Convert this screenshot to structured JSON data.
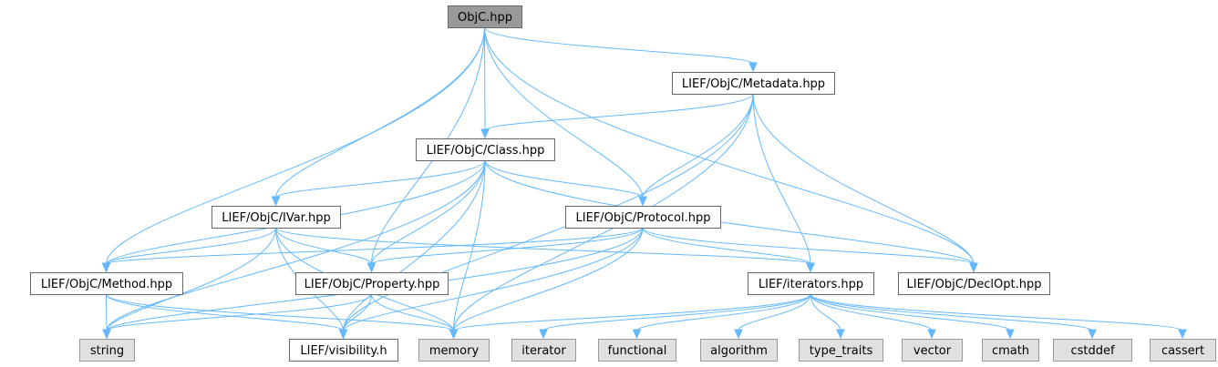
{
  "colors": {
    "edge": "#63b8ff",
    "root_fill": "#999999",
    "root_stroke": "#666666",
    "header_fill": "#ffffff",
    "header_stroke": "#666666",
    "external_fill": "#e0e0e0",
    "external_stroke": "#999999"
  },
  "nodes": [
    {
      "id": "objc_hpp",
      "label": "ObjC.hpp",
      "kind": "root"
    },
    {
      "id": "metadata_hpp",
      "label": "LIEF/ObjC/Metadata.hpp",
      "kind": "header"
    },
    {
      "id": "class_hpp",
      "label": "LIEF/ObjC/Class.hpp",
      "kind": "header"
    },
    {
      "id": "ivar_hpp",
      "label": "LIEF/ObjC/IVar.hpp",
      "kind": "header"
    },
    {
      "id": "protocol_hpp",
      "label": "LIEF/ObjC/Protocol.hpp",
      "kind": "header"
    },
    {
      "id": "method_hpp",
      "label": "LIEF/ObjC/Method.hpp",
      "kind": "header"
    },
    {
      "id": "property_hpp",
      "label": "LIEF/ObjC/Property.hpp",
      "kind": "header"
    },
    {
      "id": "iterators_hpp",
      "label": "LIEF/iterators.hpp",
      "kind": "header"
    },
    {
      "id": "declopt_hpp",
      "label": "LIEF/ObjC/DeclOpt.hpp",
      "kind": "header"
    },
    {
      "id": "string",
      "label": "string",
      "kind": "external"
    },
    {
      "id": "visibility_h",
      "label": "LIEF/visibility.h",
      "kind": "header"
    },
    {
      "id": "memory",
      "label": "memory",
      "kind": "external"
    },
    {
      "id": "iterator",
      "label": "iterator",
      "kind": "external"
    },
    {
      "id": "functional",
      "label": "functional",
      "kind": "external"
    },
    {
      "id": "algorithm",
      "label": "algorithm",
      "kind": "external"
    },
    {
      "id": "type_traits",
      "label": "type_traits",
      "kind": "external"
    },
    {
      "id": "vector",
      "label": "vector",
      "kind": "external"
    },
    {
      "id": "cmath",
      "label": "cmath",
      "kind": "external"
    },
    {
      "id": "cstddef",
      "label": "cstddef",
      "kind": "external"
    },
    {
      "id": "cassert",
      "label": "cassert",
      "kind": "external"
    }
  ],
  "edges": [
    [
      "objc_hpp",
      "metadata_hpp"
    ],
    [
      "objc_hpp",
      "class_hpp"
    ],
    [
      "objc_hpp",
      "ivar_hpp"
    ],
    [
      "objc_hpp",
      "method_hpp"
    ],
    [
      "objc_hpp",
      "property_hpp"
    ],
    [
      "objc_hpp",
      "protocol_hpp"
    ],
    [
      "objc_hpp",
      "declopt_hpp"
    ],
    [
      "metadata_hpp",
      "class_hpp"
    ],
    [
      "metadata_hpp",
      "protocol_hpp"
    ],
    [
      "metadata_hpp",
      "iterators_hpp"
    ],
    [
      "metadata_hpp",
      "declopt_hpp"
    ],
    [
      "metadata_hpp",
      "visibility_h"
    ],
    [
      "metadata_hpp",
      "memory"
    ],
    [
      "class_hpp",
      "ivar_hpp"
    ],
    [
      "class_hpp",
      "method_hpp"
    ],
    [
      "class_hpp",
      "property_hpp"
    ],
    [
      "class_hpp",
      "protocol_hpp"
    ],
    [
      "class_hpp",
      "declopt_hpp"
    ],
    [
      "class_hpp",
      "string"
    ],
    [
      "class_hpp",
      "visibility_h"
    ],
    [
      "class_hpp",
      "memory"
    ],
    [
      "ivar_hpp",
      "method_hpp"
    ],
    [
      "ivar_hpp",
      "property_hpp"
    ],
    [
      "ivar_hpp",
      "iterators_hpp"
    ],
    [
      "ivar_hpp",
      "string"
    ],
    [
      "ivar_hpp",
      "visibility_h"
    ],
    [
      "ivar_hpp",
      "memory"
    ],
    [
      "protocol_hpp",
      "method_hpp"
    ],
    [
      "protocol_hpp",
      "property_hpp"
    ],
    [
      "protocol_hpp",
      "iterators_hpp"
    ],
    [
      "protocol_hpp",
      "declopt_hpp"
    ],
    [
      "protocol_hpp",
      "string"
    ],
    [
      "protocol_hpp",
      "visibility_h"
    ],
    [
      "protocol_hpp",
      "memory"
    ],
    [
      "method_hpp",
      "string"
    ],
    [
      "method_hpp",
      "visibility_h"
    ],
    [
      "method_hpp",
      "memory"
    ],
    [
      "property_hpp",
      "string"
    ],
    [
      "property_hpp",
      "visibility_h"
    ],
    [
      "property_hpp",
      "memory"
    ],
    [
      "iterators_hpp",
      "iterator"
    ],
    [
      "iterators_hpp",
      "functional"
    ],
    [
      "iterators_hpp",
      "algorithm"
    ],
    [
      "iterators_hpp",
      "type_traits"
    ],
    [
      "iterators_hpp",
      "vector"
    ],
    [
      "iterators_hpp",
      "cmath"
    ],
    [
      "iterators_hpp",
      "cstddef"
    ],
    [
      "iterators_hpp",
      "cassert"
    ],
    [
      "iterators_hpp",
      "memory"
    ]
  ]
}
